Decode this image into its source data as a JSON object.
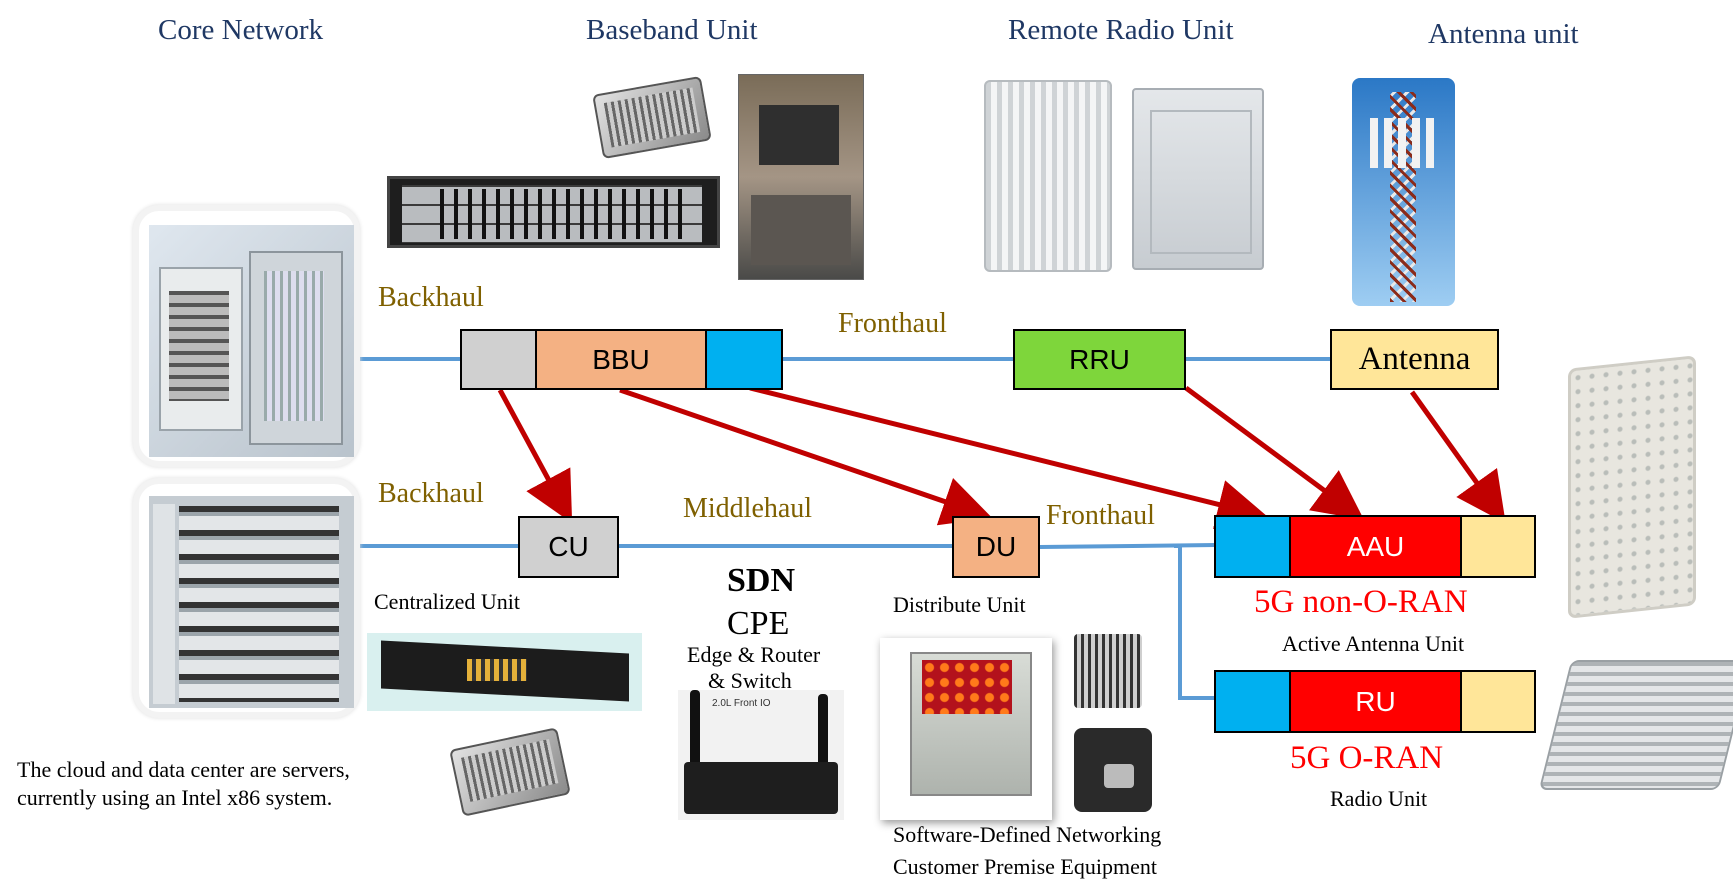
{
  "headers": {
    "core_network": "Core Network",
    "baseband_unit": "Baseband Unit",
    "remote_radio_unit": "Remote Radio Unit",
    "antenna_unit": "Antenna unit"
  },
  "links": {
    "backhaul_top": "Backhaul",
    "backhaul_bottom": "Backhaul",
    "fronthaul_top": "Fronthaul",
    "middlehaul": "Middlehaul",
    "fronthaul_bottom": "Fronthaul"
  },
  "boxes": {
    "bbu": "BBU",
    "rru": "RRU",
    "antenna": "Antenna",
    "cu": "CU",
    "du": "DU",
    "aau": "AAU",
    "ru": "RU"
  },
  "captions": {
    "centralized_unit": "Centralized Unit",
    "distribute_unit": "Distribute Unit",
    "active_antenna_unit": "Active Antenna Unit",
    "radio_unit": "Radio Unit",
    "non_oran": "5G non-O-RAN",
    "oran": "5G O-RAN",
    "sdn": "SDN",
    "cpe": "CPE",
    "edge_router_line1": "Edge & Router",
    "edge_router_line2": "& Switch",
    "front_io": "2.0L Front IO",
    "sdn_cpe_line1": "Software-Defined Networking",
    "sdn_cpe_line2": "Customer Premise Equipment",
    "cloud_line1": "The cloud and data center are servers,",
    "cloud_line2": "currently using an Intel x86 system."
  },
  "colors": {
    "line_blue": "#5b9bd5",
    "arrow_red": "#c00000",
    "bbu_orange": "#f4b183",
    "cyan": "#00b0f0",
    "gray": "#d0d0d0",
    "green": "#7ed63b",
    "yellow": "#ffe699",
    "red": "#ff0000",
    "header_navy": "#1f3864",
    "label_olive": "#7f6000"
  }
}
